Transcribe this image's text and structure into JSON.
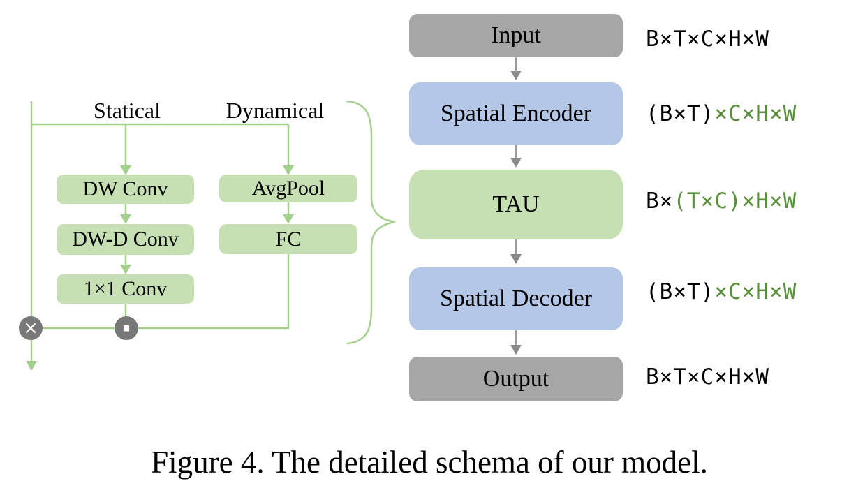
{
  "figure": {
    "caption": "Figure 4. The detailed schema of our model."
  },
  "tau_block": {
    "statical_label": "Statical",
    "dynamical_label": "Dynamical",
    "statical_boxes": [
      "DW Conv",
      "DW-D Conv",
      "1×1 Conv"
    ],
    "dynamical_boxes": [
      "AvgPool",
      "FC"
    ],
    "multiply_symbol": "×",
    "dot_symbol": "·"
  },
  "pipeline": {
    "rows": [
      {
        "label": "Input",
        "dim_black": "B×T×C×H×W",
        "dim_green": ""
      },
      {
        "label": "Spatial Encoder",
        "dim_black": "(B×T)",
        "dim_green": "×C×H×W"
      },
      {
        "label": "TAU",
        "dim_black": "B×",
        "dim_green": "(T×C)×H×W"
      },
      {
        "label": "Spatial Decoder",
        "dim_black": "(B×T)",
        "dim_green": "×C×H×W"
      },
      {
        "label": "Output",
        "dim_black": "B×T×C×H×W",
        "dim_green": ""
      }
    ]
  },
  "colors": {
    "green_box": "#c6e0b4",
    "blue_box": "#b4c7e7",
    "gray_box": "#a6a6a6",
    "operator_circle_gray": "#787878",
    "connector_green": "#a5cf8d",
    "arrow_gray": "#9a9a9a",
    "dim_text_green": "#5a8f3c",
    "text_black": "#000000"
  }
}
